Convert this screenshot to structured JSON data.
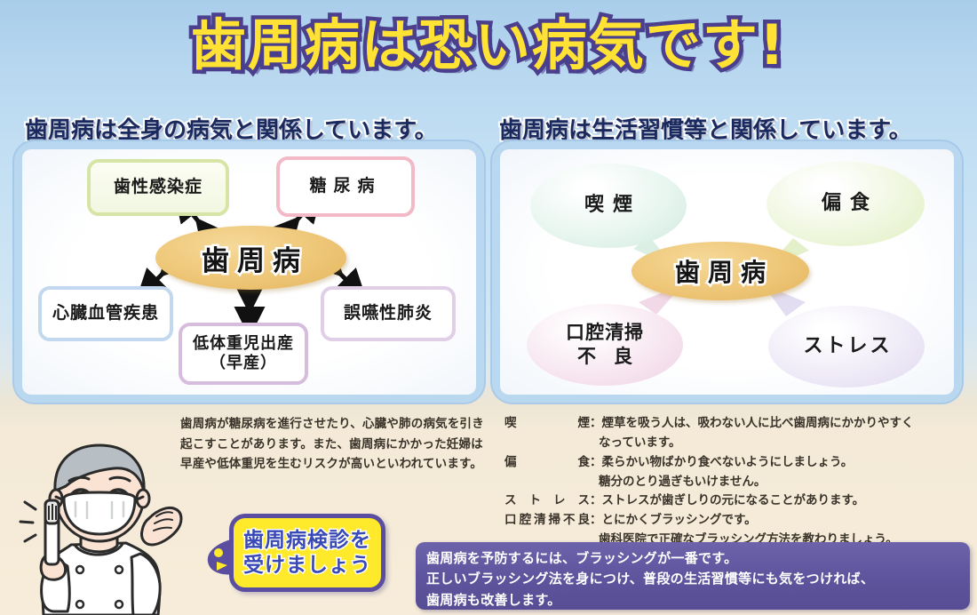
{
  "title": "歯周病は恐い病気です!",
  "subtitles": {
    "left": "歯周病は全身の病気と関係しています。",
    "right": "歯周病は生活習慣等と関係しています。"
  },
  "left_diagram": {
    "center": "歯周病",
    "nodes": [
      {
        "id": "infection",
        "label": "歯性感染症",
        "color": "#d6e4a6"
      },
      {
        "id": "diabetes",
        "label": "糖尿病",
        "color": "#f3b9c6"
      },
      {
        "id": "heart",
        "label": "心臓血管疾患",
        "color": "#c2d8ee"
      },
      {
        "id": "lowbirth_line1",
        "label": "低体重児出産",
        "color": "#d6bcdd"
      },
      {
        "id": "lowbirth_line2",
        "label": "（早産）",
        "color": "#d6bcdd"
      },
      {
        "id": "pneumonia",
        "label": "誤嚥性肺炎",
        "color": "#e0cfe6"
      }
    ]
  },
  "right_diagram": {
    "center": "歯周病",
    "bubbles": [
      {
        "id": "smoking",
        "label": "喫煙",
        "color": "#cfe9dc"
      },
      {
        "id": "diet",
        "label": "偏食",
        "color": "#e0efc2"
      },
      {
        "id": "oral_line1",
        "label": "口腔清掃",
        "color": "#eed2e4"
      },
      {
        "id": "oral_line2",
        "label": "不良",
        "color": "#eed2e4"
      },
      {
        "id": "stress",
        "label": "ストレス",
        "color": "#e0daf0"
      }
    ]
  },
  "body_left": "歯周病が糖尿病を進行させたり、心臓や肺の病気を引き起こすことがあります。また、歯周病にかかった妊婦は早産や低体重児を生むリスクが高いといわれています。",
  "legend": {
    "rows": [
      {
        "term": "喫煙",
        "desc": "煙草を吸う人は、吸わない人に比べ歯周病にかかりやすく",
        "cont": "なっています。"
      },
      {
        "term": "偏食",
        "desc": "柔らかい物ばかり食べないようにしましょう。",
        "cont": "糖分のとり過ぎもいけません。"
      },
      {
        "term": "ストレス",
        "desc": "ストレスが歯ぎしりの元になることがあります。",
        "cont": ""
      },
      {
        "term": "口腔清掃不良",
        "desc": "とにかくブラッシングです。",
        "cont": "歯科医院で正確なブラッシング方法を教わりましょう。"
      }
    ],
    "colon": "："
  },
  "callout": {
    "line1": "歯周病検診を",
    "line2": "受けましょう"
  },
  "purple_box": {
    "line1": "歯周病を予防するには、ブラッシングが一番です。",
    "line2": "正しいブラッシング法を身につけ、普段の生活習慣等にも気をつければ、",
    "line3": "歯周病も改善します。"
  },
  "colors": {
    "title_fill": "#ffe233",
    "title_stroke": "#4b3f8e",
    "center_ellipse": "#eec677",
    "callout_bg": "#ffe92b",
    "callout_text": "#3949b5",
    "purple_banner": "#5f559e",
    "page_top": "#a8cdea",
    "page_bottom": "#f6ecd9"
  }
}
